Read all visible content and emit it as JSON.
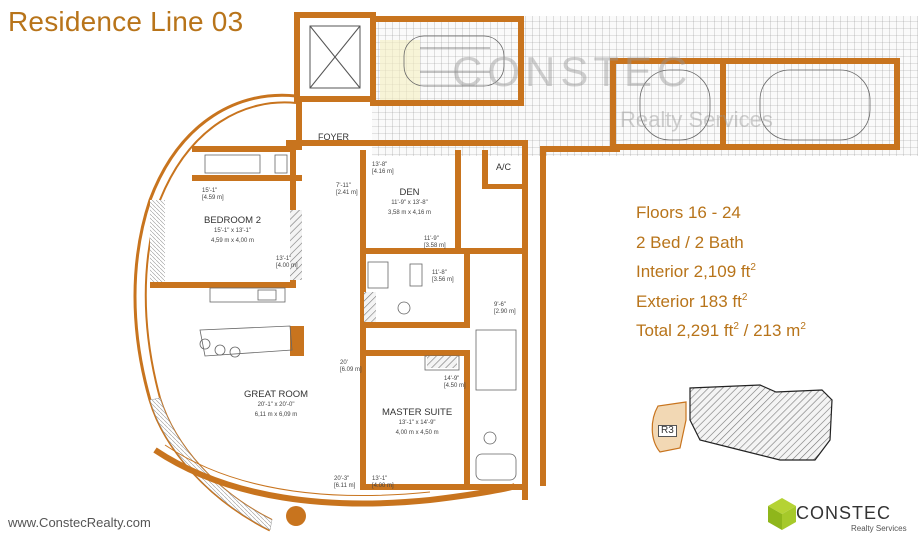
{
  "title": "Residence Line 03",
  "watermark": {
    "brand": "CONSTEC",
    "sub": "Realty Services"
  },
  "info": {
    "floors": "Floors 16 - 24",
    "beds_baths": "2 Bed / 2 Bath",
    "interior": "Interior 2,109 ft",
    "exterior": "Exterior 183 ft",
    "total_a": "Total 2,291 ft",
    "total_b": " / 213 m",
    "sup": "2"
  },
  "rooms": {
    "foyer": "FOYER",
    "den": {
      "name": "DEN",
      "dim_ft": "11'-9\" x 13'-8\"",
      "dim_m": "3,58 m x 4,16 m"
    },
    "bedroom2": {
      "name": "BEDROOM 2",
      "dim_ft": "15'-1\" x 13'-1\"",
      "dim_m": "4,59 m x 4,00 m"
    },
    "great_room": {
      "name": "GREAT ROOM",
      "dim_ft": "20'-1\" x 20'-0\"",
      "dim_m": "6,11 m x 6,09 m"
    },
    "master_suite": {
      "name": "MASTER SUITE",
      "dim_ft": "13'-1\" x 14'-9\"",
      "dim_m": "4,00 m x 4,50 m"
    },
    "ac": "A/C"
  },
  "dims": {
    "d1": "15'-1\"",
    "d1m": "[4.59 m]",
    "d2": "7'-11\"",
    "d2m": "[2.41 m]",
    "d3": "13'-8\"",
    "d3m": "[4.16 m]",
    "d4": "11'-9\"",
    "d4m": "[3.58 m]",
    "d5": "11'-8\"",
    "d5m": "[3.56 m]",
    "d6": "13'-1\"",
    "d6m": "[4.00 m]",
    "d7": "20'-3\"",
    "d7m": "[6.11 m]",
    "d8": "13'-1\"",
    "d8m": "[4.00 m]",
    "d9": "14'-9\"",
    "d9m": "[4.50 m]",
    "d10": "20'",
    "d10m": "[6.09 m]",
    "d11": "9'-6\"",
    "d11m": "[2.90 m]"
  },
  "keyplan_label": "R3",
  "footer_url": "www.ConstecRealty.com",
  "logo": {
    "name": "CONSTEC",
    "sub": "Realty Services"
  },
  "colors": {
    "accent": "#b8741a",
    "wall": "#c8741e",
    "wall_dark": "#a8601a"
  }
}
